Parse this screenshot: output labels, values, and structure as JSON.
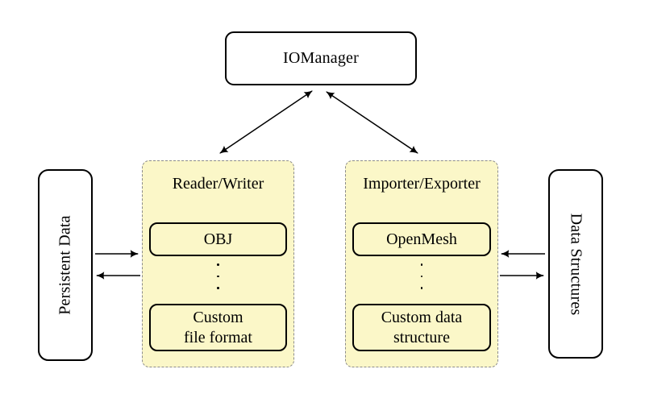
{
  "colors": {
    "background": "#ffffff",
    "container_fill": "#FBF7C8",
    "container_border": "#8C8C8C",
    "node_fill": "#ffffff",
    "node_border": "#000000",
    "arrow": "#000000"
  },
  "nodes": {
    "io_manager": {
      "label": "IOManager"
    },
    "persistent_data": {
      "label": "Persistent Data"
    },
    "data_structures": {
      "label": "Data Structures"
    },
    "reader_writer": {
      "title": "Reader/Writer",
      "items": [
        {
          "label": "OBJ"
        },
        {
          "label": "Custom\nfile format"
        }
      ],
      "ellipsis": "⋮"
    },
    "importer_exporter": {
      "title": "Importer/Exporter",
      "items": [
        {
          "label": "OpenMesh"
        },
        {
          "label": "Custom data\nstructure"
        }
      ],
      "ellipsis": "⋮"
    }
  }
}
